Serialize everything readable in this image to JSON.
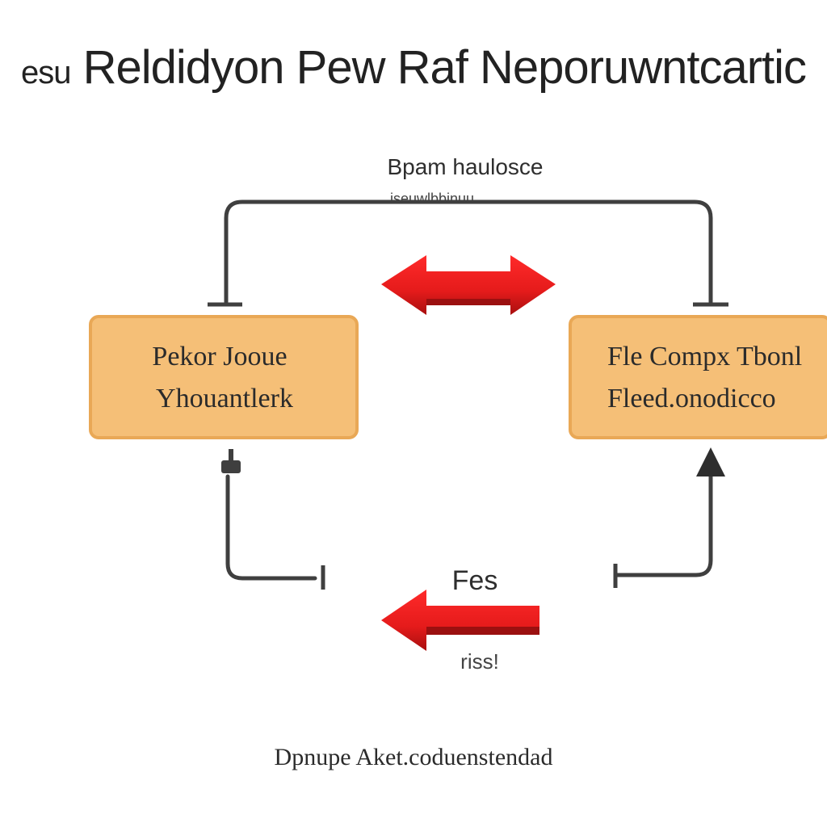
{
  "title": "Reldidyon Pew Raf Neporuwntcartic",
  "title_prefix": "esu",
  "top_connector": {
    "label": "Bpam haulosce",
    "sublabel": "iseuwlbbinuu"
  },
  "left_box": {
    "line1": "Pekor Jooue",
    "line2": "Yhouantlerk"
  },
  "right_box": {
    "line1": "Fle Compx Tbonl",
    "line2": "Fleed.onodicco"
  },
  "bottom_connector": {
    "label": "Fes",
    "sublabel": "riss!"
  },
  "footer": "Dpnupe Aket.coduenstendad",
  "colors": {
    "box_fill": "#f5bf77",
    "box_border": "#e9a856",
    "arrow_red": "#e51b1b",
    "arrow_dark": "#9b1010",
    "wire": "#3f3f3f"
  },
  "icons": {
    "double_arrow": "red-double-arrow-icon",
    "left_arrow": "red-left-arrow-icon"
  }
}
